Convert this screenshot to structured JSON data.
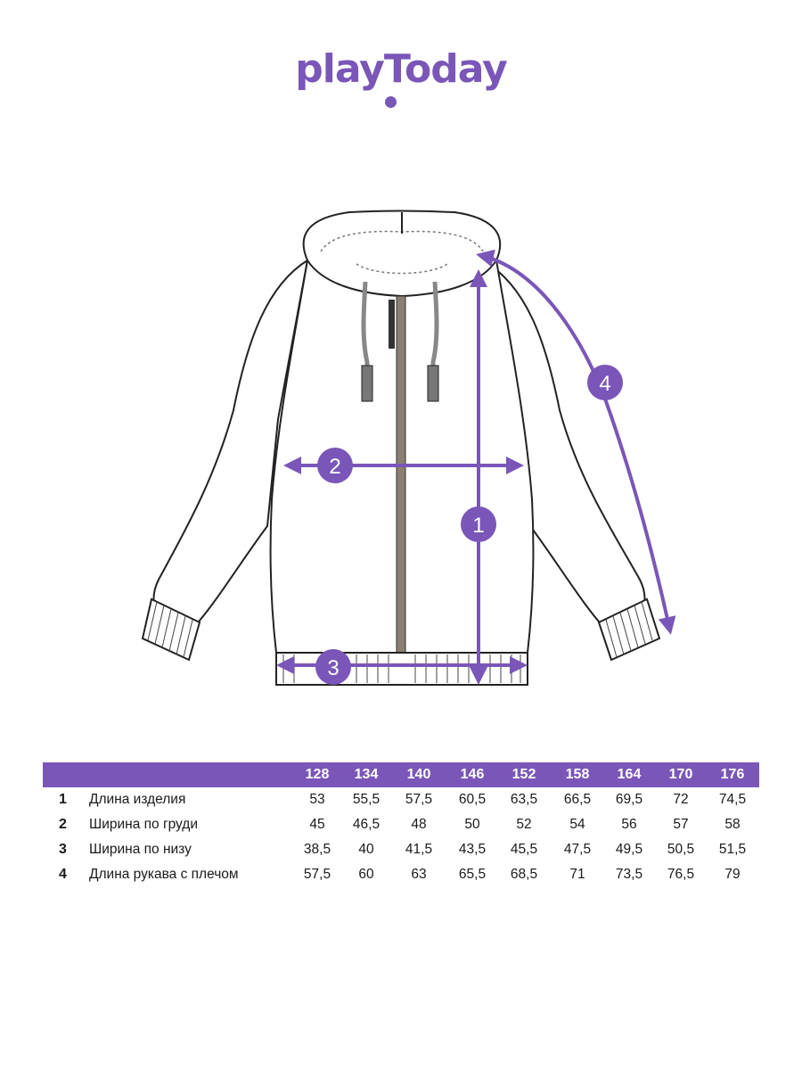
{
  "brand": {
    "name": "playToday",
    "color": "#7a56b8"
  },
  "diagram": {
    "markers": [
      "1",
      "2",
      "3",
      "4"
    ]
  },
  "table": {
    "sizes": [
      "128",
      "134",
      "140",
      "146",
      "152",
      "158",
      "164",
      "170",
      "176"
    ],
    "rows": [
      {
        "num": "1",
        "label": "Длина изделия",
        "values": [
          "53",
          "55,5",
          "57,5",
          "60,5",
          "63,5",
          "66,5",
          "69,5",
          "72",
          "74,5"
        ]
      },
      {
        "num": "2",
        "label": "Ширина по груди",
        "values": [
          "45",
          "46,5",
          "48",
          "50",
          "52",
          "54",
          "56",
          "57",
          "58"
        ]
      },
      {
        "num": "3",
        "label": "Ширина по низу",
        "values": [
          "38,5",
          "40",
          "41,5",
          "43,5",
          "45,5",
          "47,5",
          "49,5",
          "50,5",
          "51,5"
        ]
      },
      {
        "num": "4",
        "label": "Длина рукава с плечом",
        "values": [
          "57,5",
          "60",
          "63",
          "65,5",
          "68,5",
          "71",
          "73,5",
          "76,5",
          "79"
        ]
      }
    ]
  }
}
